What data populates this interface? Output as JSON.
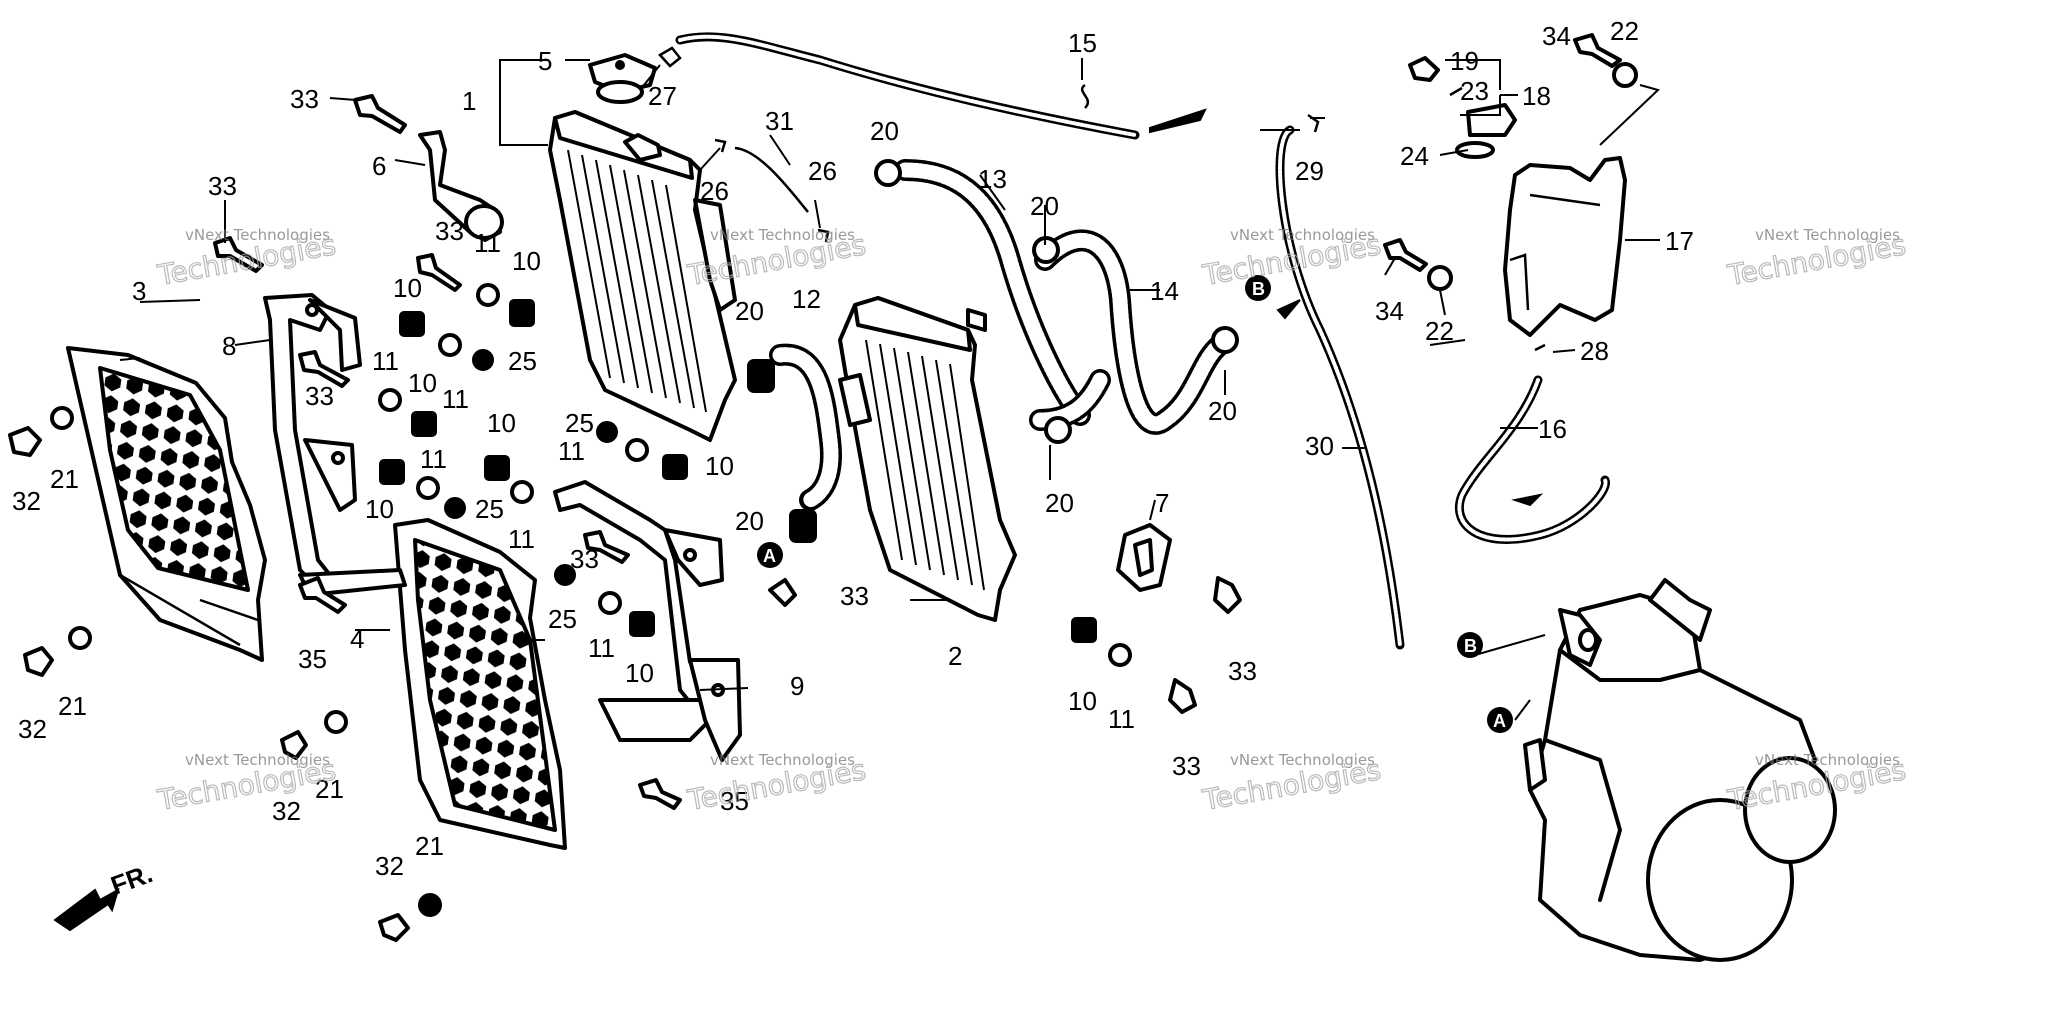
{
  "callouts": {
    "p1": "1",
    "p2": "2",
    "p3": "3",
    "p4": "4",
    "p5": "5",
    "p6": "6",
    "p7": "7",
    "p8": "8",
    "p9": "9",
    "p10a": "10",
    "p10b": "10",
    "p10c": "10",
    "p10d": "10",
    "p10e": "10",
    "p10f": "10",
    "p10g": "10",
    "p10h": "10",
    "p11a": "11",
    "p11b": "11",
    "p11c": "11",
    "p11d": "11",
    "p11e": "11",
    "p11f": "11",
    "p11g": "11",
    "p12": "12",
    "p13": "13",
    "p14": "14",
    "p15": "15",
    "p16": "16",
    "p17": "17",
    "p18": "18",
    "p19": "19",
    "p20a": "20",
    "p20b": "20",
    "p20c": "20",
    "p20d": "20",
    "p20e": "20",
    "p20f": "20",
    "p21a": "21",
    "p21b": "21",
    "p21c": "21",
    "p21d": "21",
    "p22a": "22",
    "p22b": "22",
    "p23": "23",
    "p24": "24",
    "p25a": "25",
    "p25b": "25",
    "p25c": "25",
    "p25d": "25",
    "p26a": "26",
    "p26b": "26",
    "p27": "27",
    "p28": "28",
    "p29": "29",
    "p30": "30",
    "p31": "31",
    "p32a": "32",
    "p32b": "32",
    "p32c": "32",
    "p32d": "32",
    "p33a": "33",
    "p33b": "33",
    "p33c": "33",
    "p33d": "33",
    "p33e": "33",
    "p33f": "33",
    "p33g": "33",
    "p33h": "33",
    "p34a": "34",
    "p34b": "34",
    "p35a": "35",
    "p35b": "35"
  },
  "markers": {
    "a": "A",
    "b": "B"
  },
  "direction_label": "FR.",
  "watermark": {
    "line1": "vNext Technologies",
    "line2": "Technologies"
  }
}
